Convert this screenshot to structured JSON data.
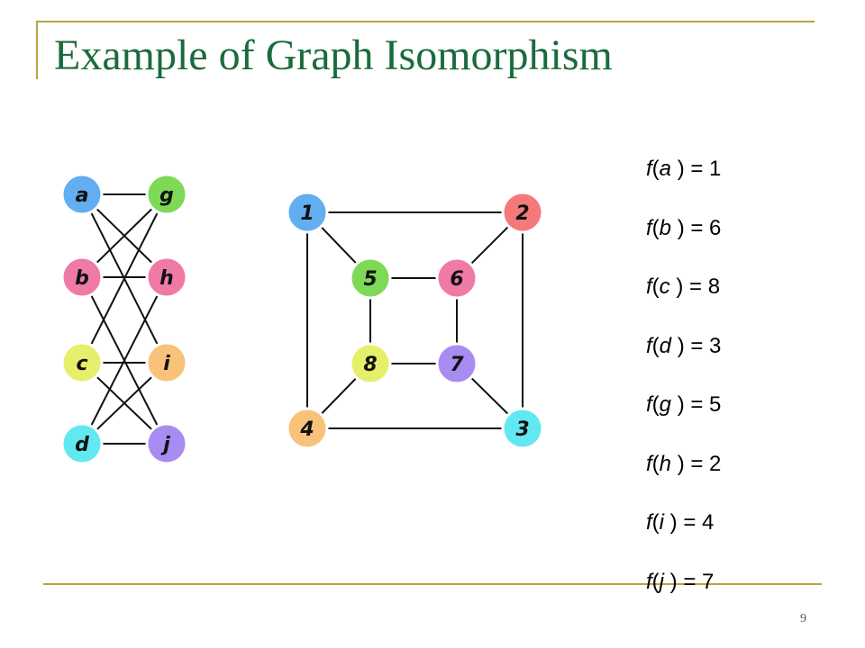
{
  "slide": {
    "title": "Example of Graph Isomorphism",
    "page_number": "9",
    "colors": {
      "title": "#1a6b3c",
      "rule": "#b8a341"
    }
  },
  "graph_left": {
    "nodes": [
      {
        "id": "a",
        "label": "a",
        "color": "#62aef0"
      },
      {
        "id": "g",
        "label": "g",
        "color": "#7ed957"
      },
      {
        "id": "b",
        "label": "b",
        "color": "#f07aa6"
      },
      {
        "id": "h",
        "label": "h",
        "color": "#f07aa6"
      },
      {
        "id": "c",
        "label": "c",
        "color": "#e6ef6a"
      },
      {
        "id": "i",
        "label": "i",
        "color": "#f9c27a"
      },
      {
        "id": "d",
        "label": "d",
        "color": "#62e8f0"
      },
      {
        "id": "j",
        "label": "j",
        "color": "#a98cf2"
      }
    ],
    "edges": [
      [
        "a",
        "g"
      ],
      [
        "a",
        "h"
      ],
      [
        "a",
        "i"
      ],
      [
        "b",
        "g"
      ],
      [
        "b",
        "h"
      ],
      [
        "b",
        "j"
      ],
      [
        "c",
        "g"
      ],
      [
        "c",
        "i"
      ],
      [
        "c",
        "j"
      ],
      [
        "d",
        "h"
      ],
      [
        "d",
        "i"
      ],
      [
        "d",
        "j"
      ]
    ]
  },
  "graph_right": {
    "nodes": [
      {
        "id": "1",
        "label": "1",
        "color": "#62aef0"
      },
      {
        "id": "2",
        "label": "2",
        "color": "#f47a7a"
      },
      {
        "id": "5",
        "label": "5",
        "color": "#7ed957"
      },
      {
        "id": "6",
        "label": "6",
        "color": "#f07aa6"
      },
      {
        "id": "8",
        "label": "8",
        "color": "#e6ef6a"
      },
      {
        "id": "7",
        "label": "7",
        "color": "#a98cf2"
      },
      {
        "id": "4",
        "label": "4",
        "color": "#f9c27a"
      },
      {
        "id": "3",
        "label": "3",
        "color": "#62e8f0"
      }
    ],
    "edges": [
      [
        "1",
        "2"
      ],
      [
        "1",
        "5"
      ],
      [
        "1",
        "4"
      ],
      [
        "2",
        "6"
      ],
      [
        "2",
        "3"
      ],
      [
        "5",
        "6"
      ],
      [
        "5",
        "8"
      ],
      [
        "6",
        "7"
      ],
      [
        "8",
        "7"
      ],
      [
        "8",
        "4"
      ],
      [
        "7",
        "3"
      ],
      [
        "4",
        "3"
      ]
    ]
  },
  "mapping": [
    {
      "var": "a",
      "value": "1"
    },
    {
      "var": "b",
      "value": "6"
    },
    {
      "var": "c",
      "value": "8"
    },
    {
      "var": "d",
      "value": "3"
    },
    {
      "var": "g",
      "value": "5"
    },
    {
      "var": "h",
      "value": "2"
    },
    {
      "var": "i",
      "value": "4"
    },
    {
      "var": "j",
      "value": "7"
    }
  ],
  "mapping_symbols": {
    "func": "f",
    "open": "(",
    "close": ")",
    "equals": " = "
  }
}
